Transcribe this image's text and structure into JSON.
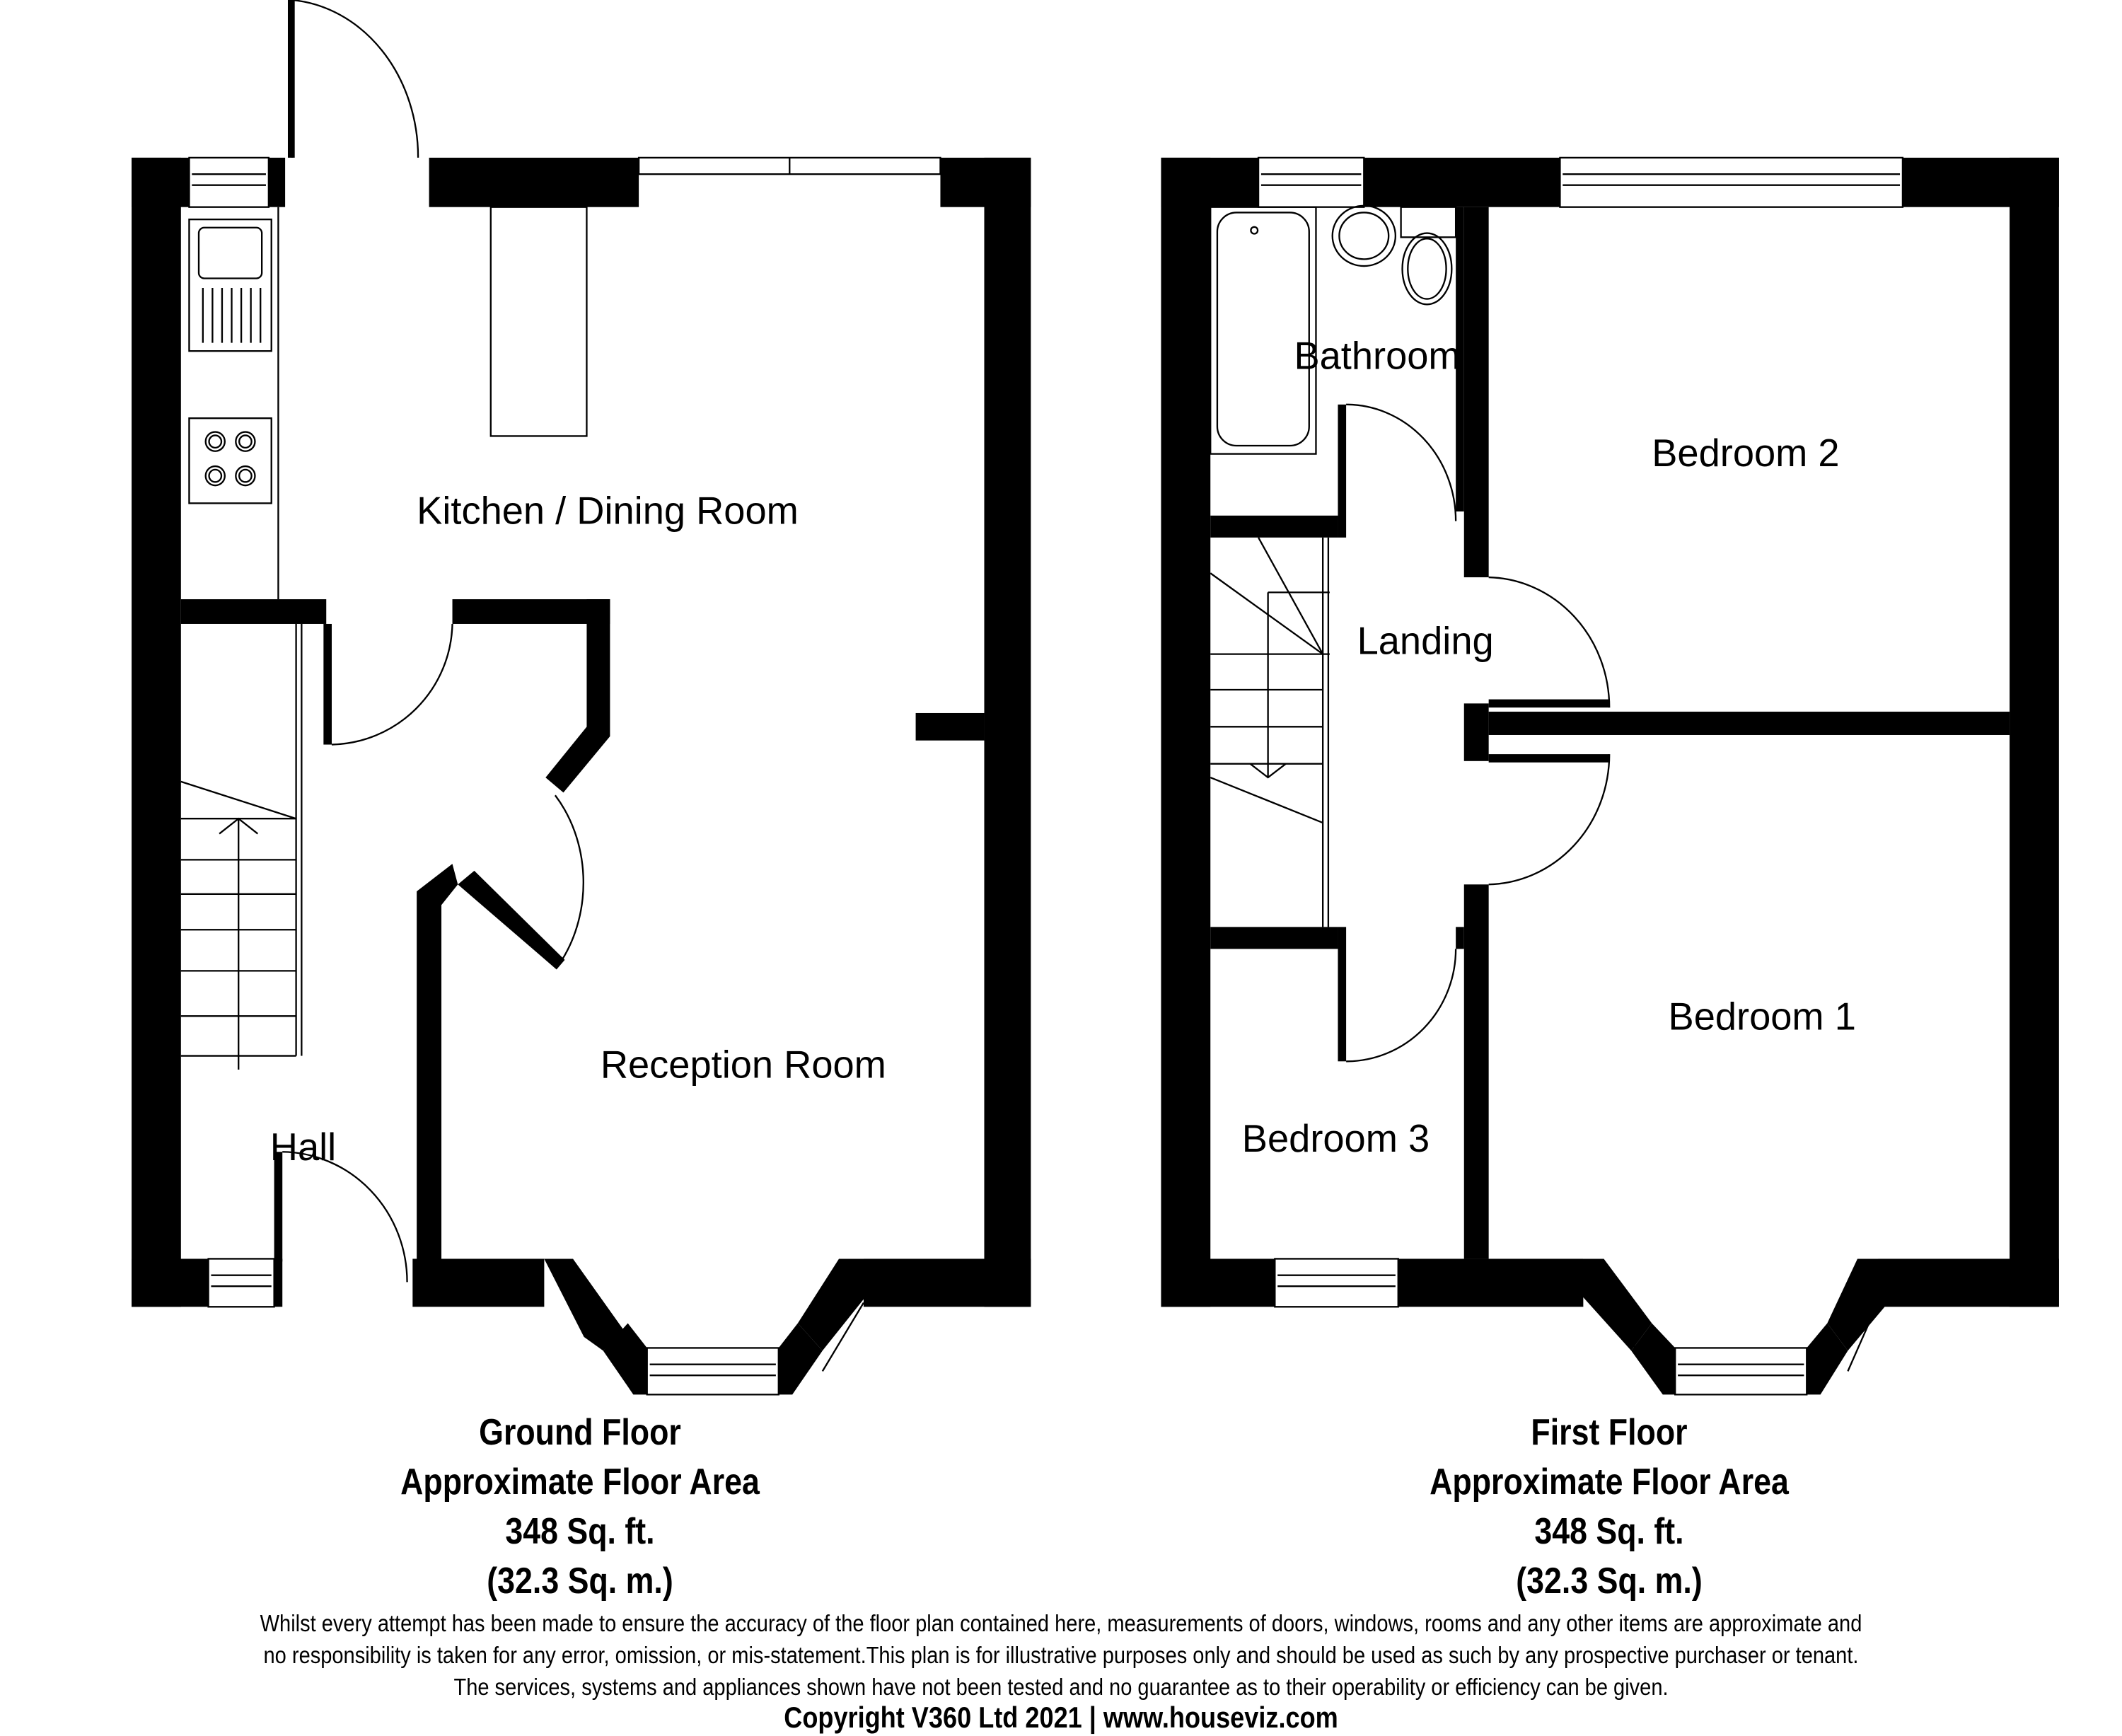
{
  "ground_floor": {
    "rooms": {
      "kitchen": "Kitchen / Dining Room",
      "reception": "Reception Room",
      "hall": "Hall"
    },
    "caption": {
      "title": "Ground Floor",
      "subtitle": "Approximate Floor Area",
      "area_sqft": "348 Sq. ft.",
      "area_sqm": "(32.3 Sq. m.)"
    }
  },
  "first_floor": {
    "rooms": {
      "bathroom": "Bathroom",
      "bedroom2": "Bedroom 2",
      "landing": "Landing",
      "bedroom1": "Bedroom 1",
      "bedroom3": "Bedroom 3"
    },
    "caption": {
      "title": "First Floor",
      "subtitle": "Approximate Floor Area",
      "area_sqft": "348 Sq. ft.",
      "area_sqm": "(32.3 Sq. m.)"
    }
  },
  "disclaimer": {
    "line1": "Whilst every attempt has been made to ensure the accuracy of the floor plan contained here, measurements of doors, windows, rooms and any other items are approximate and",
    "line2": "no responsibility is taken for any error, omission, or mis-statement.This plan is for illustrative purposes only and should be used as such by any prospective purchaser or tenant.",
    "line3": "The services, systems and appliances shown have not been tested and no guarantee as to their operability or efficiency can be given."
  },
  "copyright": "Copyright V360 Ltd 2021 | www.houseviz.com"
}
